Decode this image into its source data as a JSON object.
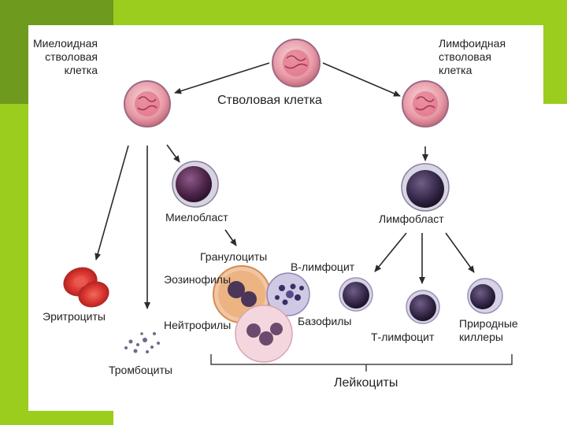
{
  "colors": {
    "green_light": "#9ACD1D",
    "green_dark": "#6E9A1E",
    "arrow": "#2b2b2b",
    "stem_cell_fill": "#f3c9d0",
    "blast_fill": "#5a2f57",
    "erythrocyte": "#d9332f"
  },
  "labels": {
    "myeloid_stem_cell": "Миелоидная\nстволовая\nклетка",
    "lymphoid_stem_cell": "Лимфоидная\nстволовая\nклетка",
    "stem_cell": "Стволовая клетка",
    "myeloblast": "Миелобласт",
    "lymphoblast": "Лимфобласт",
    "granulocytes": "Гранулоциты",
    "eosinophils": "Эозинофилы",
    "neutrophils": "Нейтрофилы",
    "basophils": "Базофилы",
    "b_lymphocyte": "В-лимфоцит",
    "t_lymphocyte": "Т-лимфоцит",
    "natural_killers": "Природные\nкиллеры",
    "erythrocytes": "Эритроциты",
    "thrombocytes": "Тромбоциты",
    "leukocytes": "Лейкоциты"
  }
}
